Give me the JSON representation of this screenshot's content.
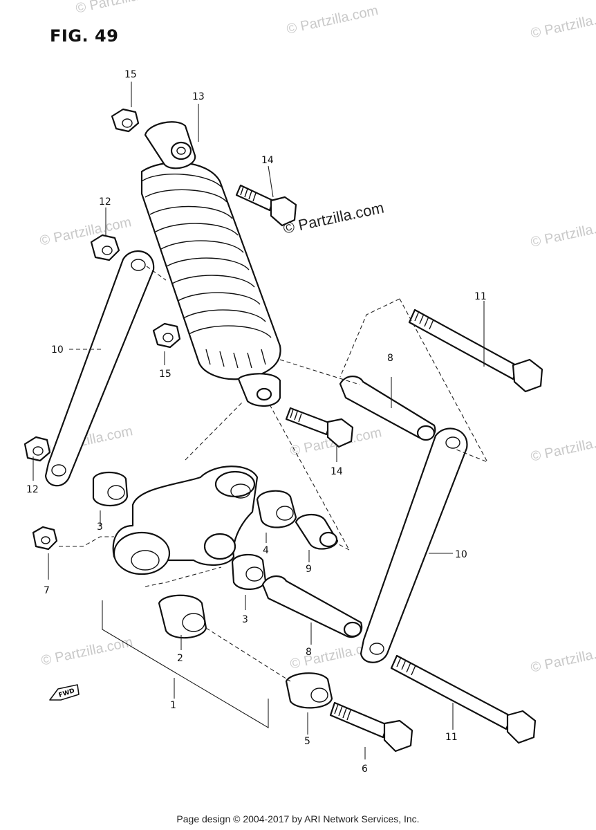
{
  "figure": {
    "title": "FIG. 49"
  },
  "watermark": {
    "main": "© Partzilla.com",
    "faint": "© Partzilla.com"
  },
  "callouts": [
    {
      "id": "1",
      "text": "1"
    },
    {
      "id": "2",
      "text": "2"
    },
    {
      "id": "3a",
      "text": "3"
    },
    {
      "id": "3b",
      "text": "3"
    },
    {
      "id": "4",
      "text": "4"
    },
    {
      "id": "5",
      "text": "5"
    },
    {
      "id": "6",
      "text": "6"
    },
    {
      "id": "7",
      "text": "7"
    },
    {
      "id": "8a",
      "text": "8"
    },
    {
      "id": "8b",
      "text": "8"
    },
    {
      "id": "9",
      "text": "9"
    },
    {
      "id": "10a",
      "text": "10"
    },
    {
      "id": "10b",
      "text": "10"
    },
    {
      "id": "11a",
      "text": "11"
    },
    {
      "id": "11b",
      "text": "11"
    },
    {
      "id": "12a",
      "text": "12"
    },
    {
      "id": "12b",
      "text": "12"
    },
    {
      "id": "13",
      "text": "13"
    },
    {
      "id": "14a",
      "text": "14"
    },
    {
      "id": "14b",
      "text": "14"
    },
    {
      "id": "15a",
      "text": "15"
    },
    {
      "id": "15b",
      "text": "15"
    }
  ],
  "direction_marker": {
    "text": "FWD"
  },
  "footer": {
    "text": "Page design © 2004-2017 by ARI Network Services, Inc."
  }
}
